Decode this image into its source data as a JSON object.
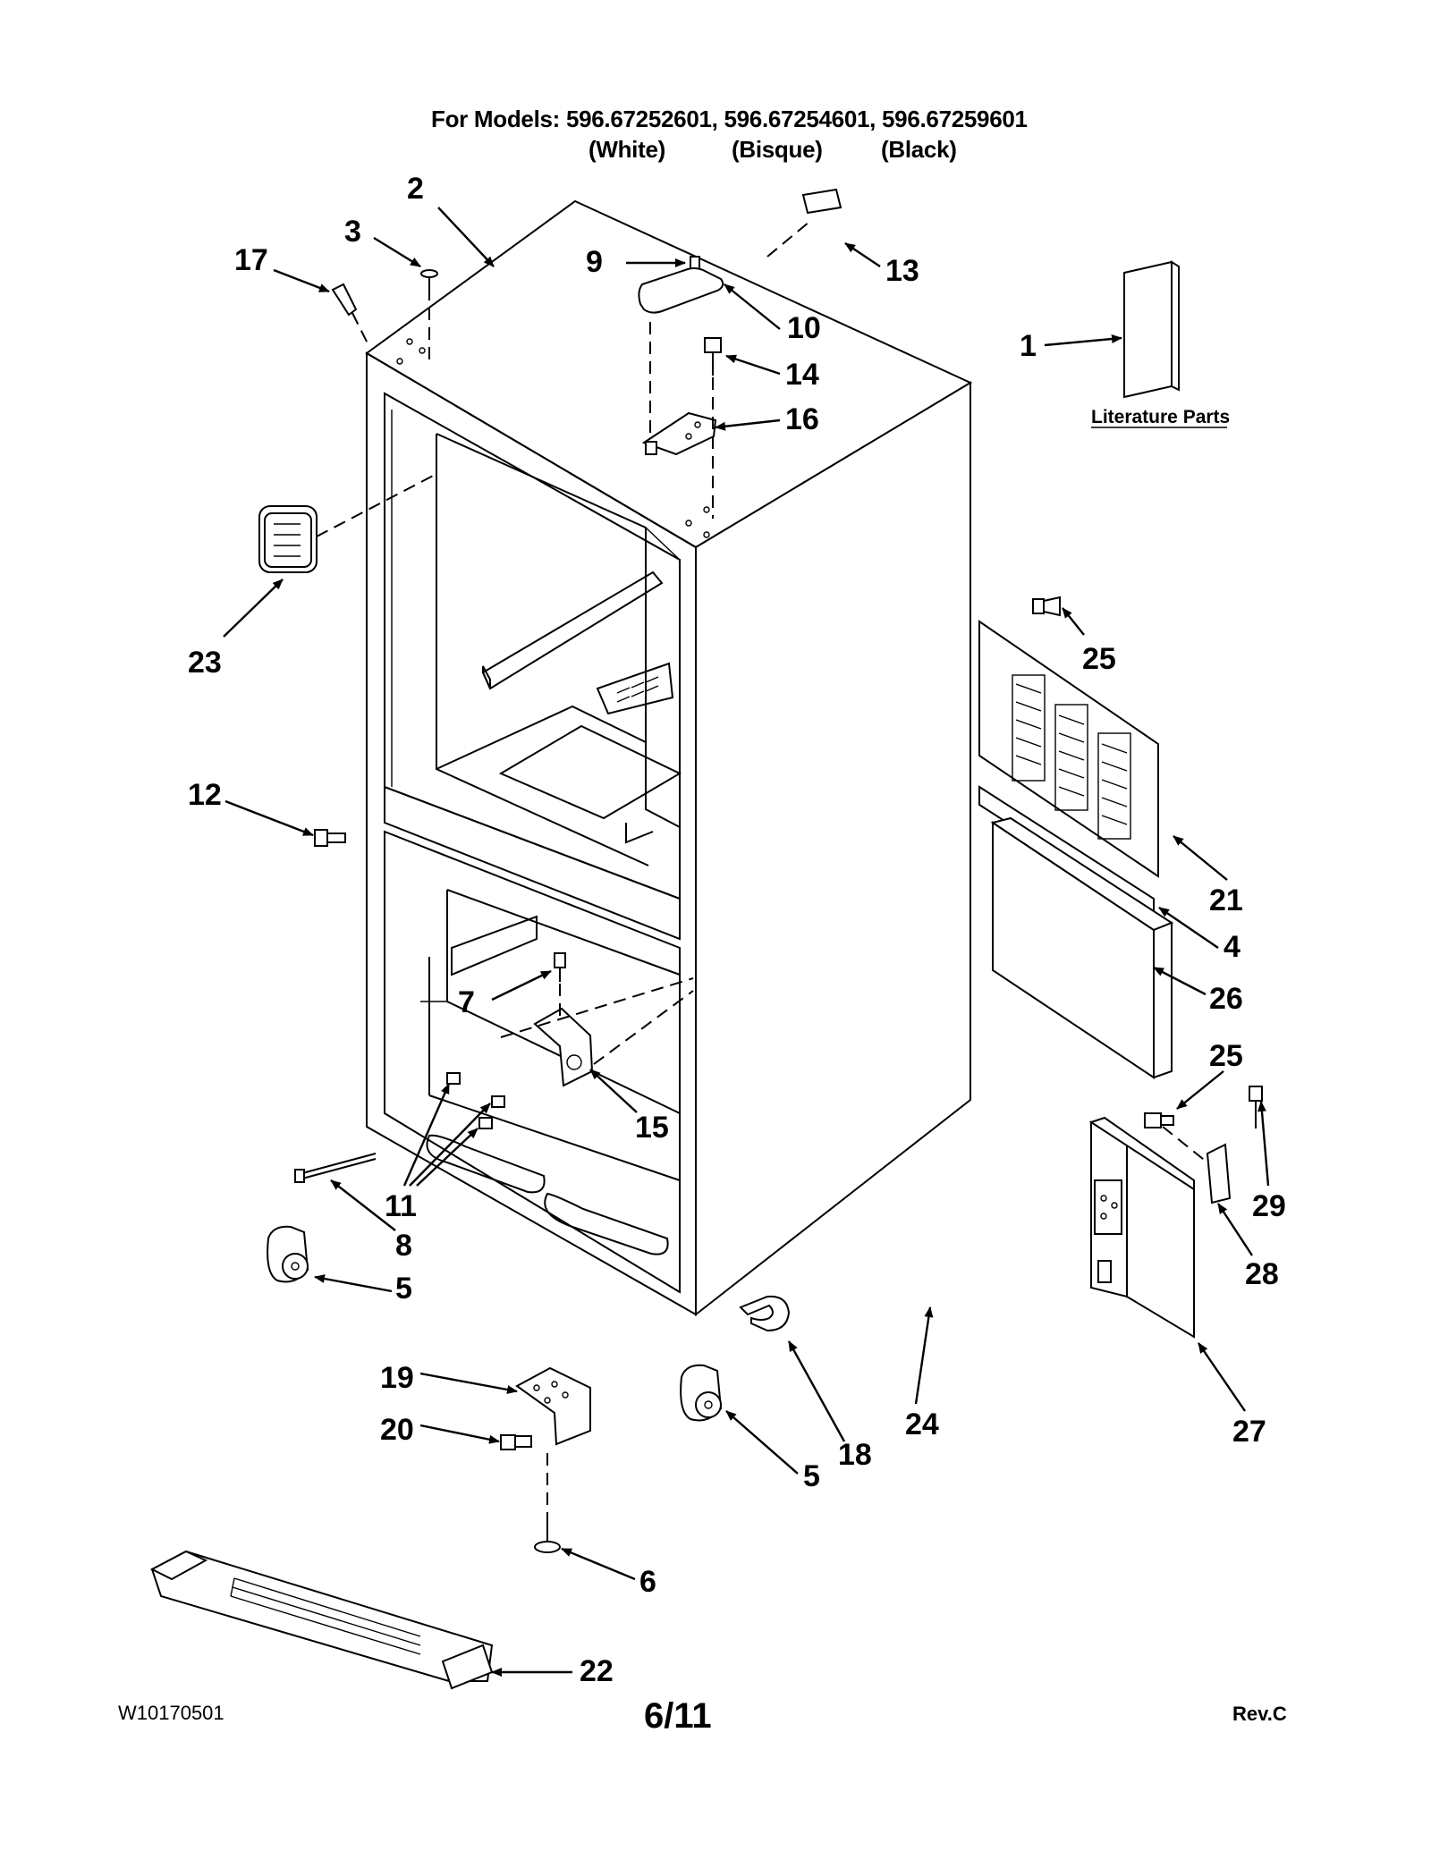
{
  "header": {
    "models_line": "For Models: 596.67252601, 596.67254601, 596.67259601",
    "colors": [
      "(White)",
      "(Bisque)",
      "(Black)"
    ]
  },
  "literature": {
    "label": "Literature Parts"
  },
  "callouts": {
    "c1": "1",
    "c2": "2",
    "c3": "3",
    "c4": "4",
    "c5a": "5",
    "c5b": "5",
    "c6": "6",
    "c7": "7",
    "c8": "8",
    "c9": "9",
    "c10": "10",
    "c11": "11",
    "c12": "12",
    "c13": "13",
    "c14": "14",
    "c15": "15",
    "c16": "16",
    "c17": "17",
    "c18": "18",
    "c19": "19",
    "c20": "20",
    "c21": "21",
    "c22": "22",
    "c23": "23",
    "c24": "24",
    "c25a": "25",
    "c25b": "25",
    "c26": "26",
    "c27": "27",
    "c28": "28",
    "c29": "29"
  },
  "footer": {
    "doc_number": "W10170501",
    "page": "6/11",
    "revision": "Rev.C"
  }
}
